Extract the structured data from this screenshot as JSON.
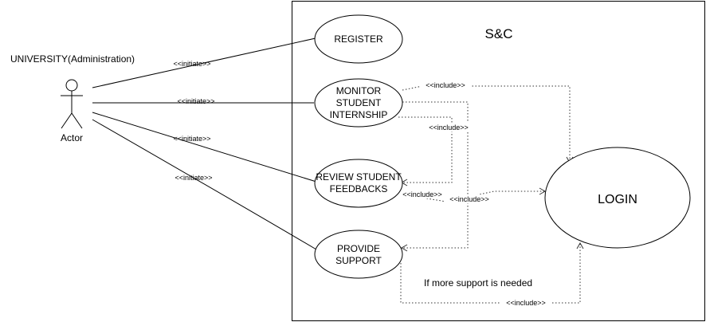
{
  "system": {
    "title": "S&C"
  },
  "actor": {
    "name": "Actor",
    "role_label": "UNIVERSITY(Administration)"
  },
  "use_cases": {
    "register": [
      "REGISTER"
    ],
    "monitor": [
      "MONITOR",
      "STUDENT",
      "INTERNSHIP"
    ],
    "review": [
      "REVIEW STUDENT",
      "FEEDBACKS"
    ],
    "support": [
      "PROVIDE",
      "SUPPORT"
    ],
    "login": [
      "LOGIN"
    ]
  },
  "relations": {
    "initiate_register": "<<initiate>>",
    "initiate_monitor": "<<initiate>>",
    "initiate_review": "<<initiate>>",
    "initiate_support": "<<initiate>>",
    "include_monitor_login": "<<include>>",
    "include_monitor_review": "<<include>>",
    "include_review_login": "<<include>>",
    "include_monitor_support": "<<include>>",
    "include_support_login": "<<include>>"
  },
  "notes": {
    "support_condition": "If more support is needed"
  }
}
